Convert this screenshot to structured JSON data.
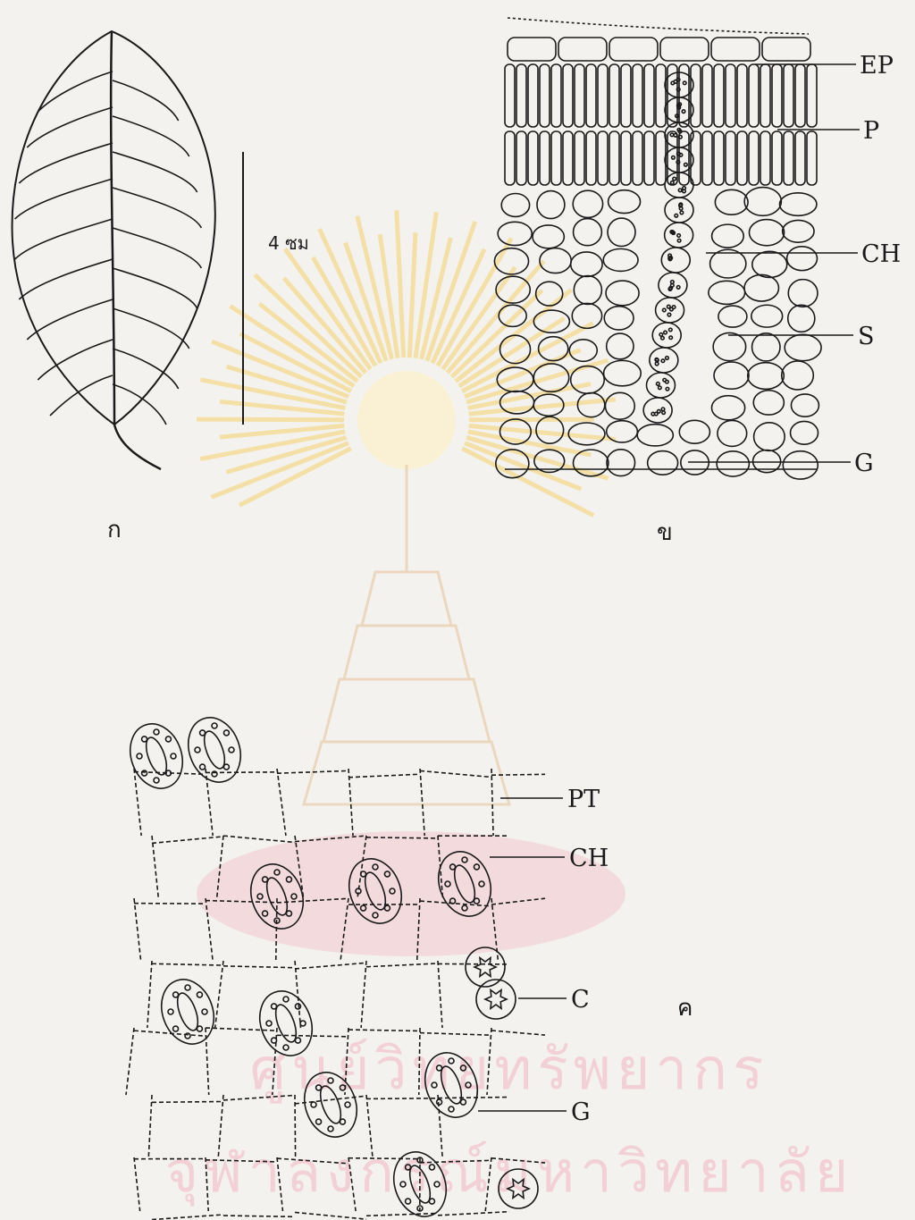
{
  "panels": {
    "a": {
      "letter": "ก",
      "scale_label": "4 ซม"
    },
    "b": {
      "letter": "ข",
      "labels": [
        "EP",
        "P",
        "CH",
        "S",
        "G"
      ]
    },
    "c": {
      "letter": "ค",
      "labels": [
        "PT",
        "CH",
        "C",
        "G"
      ]
    }
  },
  "watermark": {
    "line1": "ศูนย์วิทยทรัพยากร",
    "line2": "จุฬาลงกรณ์มหาวิทยาลัย",
    "colors": {
      "rays": "#f5d98a",
      "text": "#f2b6c2"
    }
  },
  "colors": {
    "ink": "#1a1a1a",
    "paper": "#f3f2ef"
  }
}
